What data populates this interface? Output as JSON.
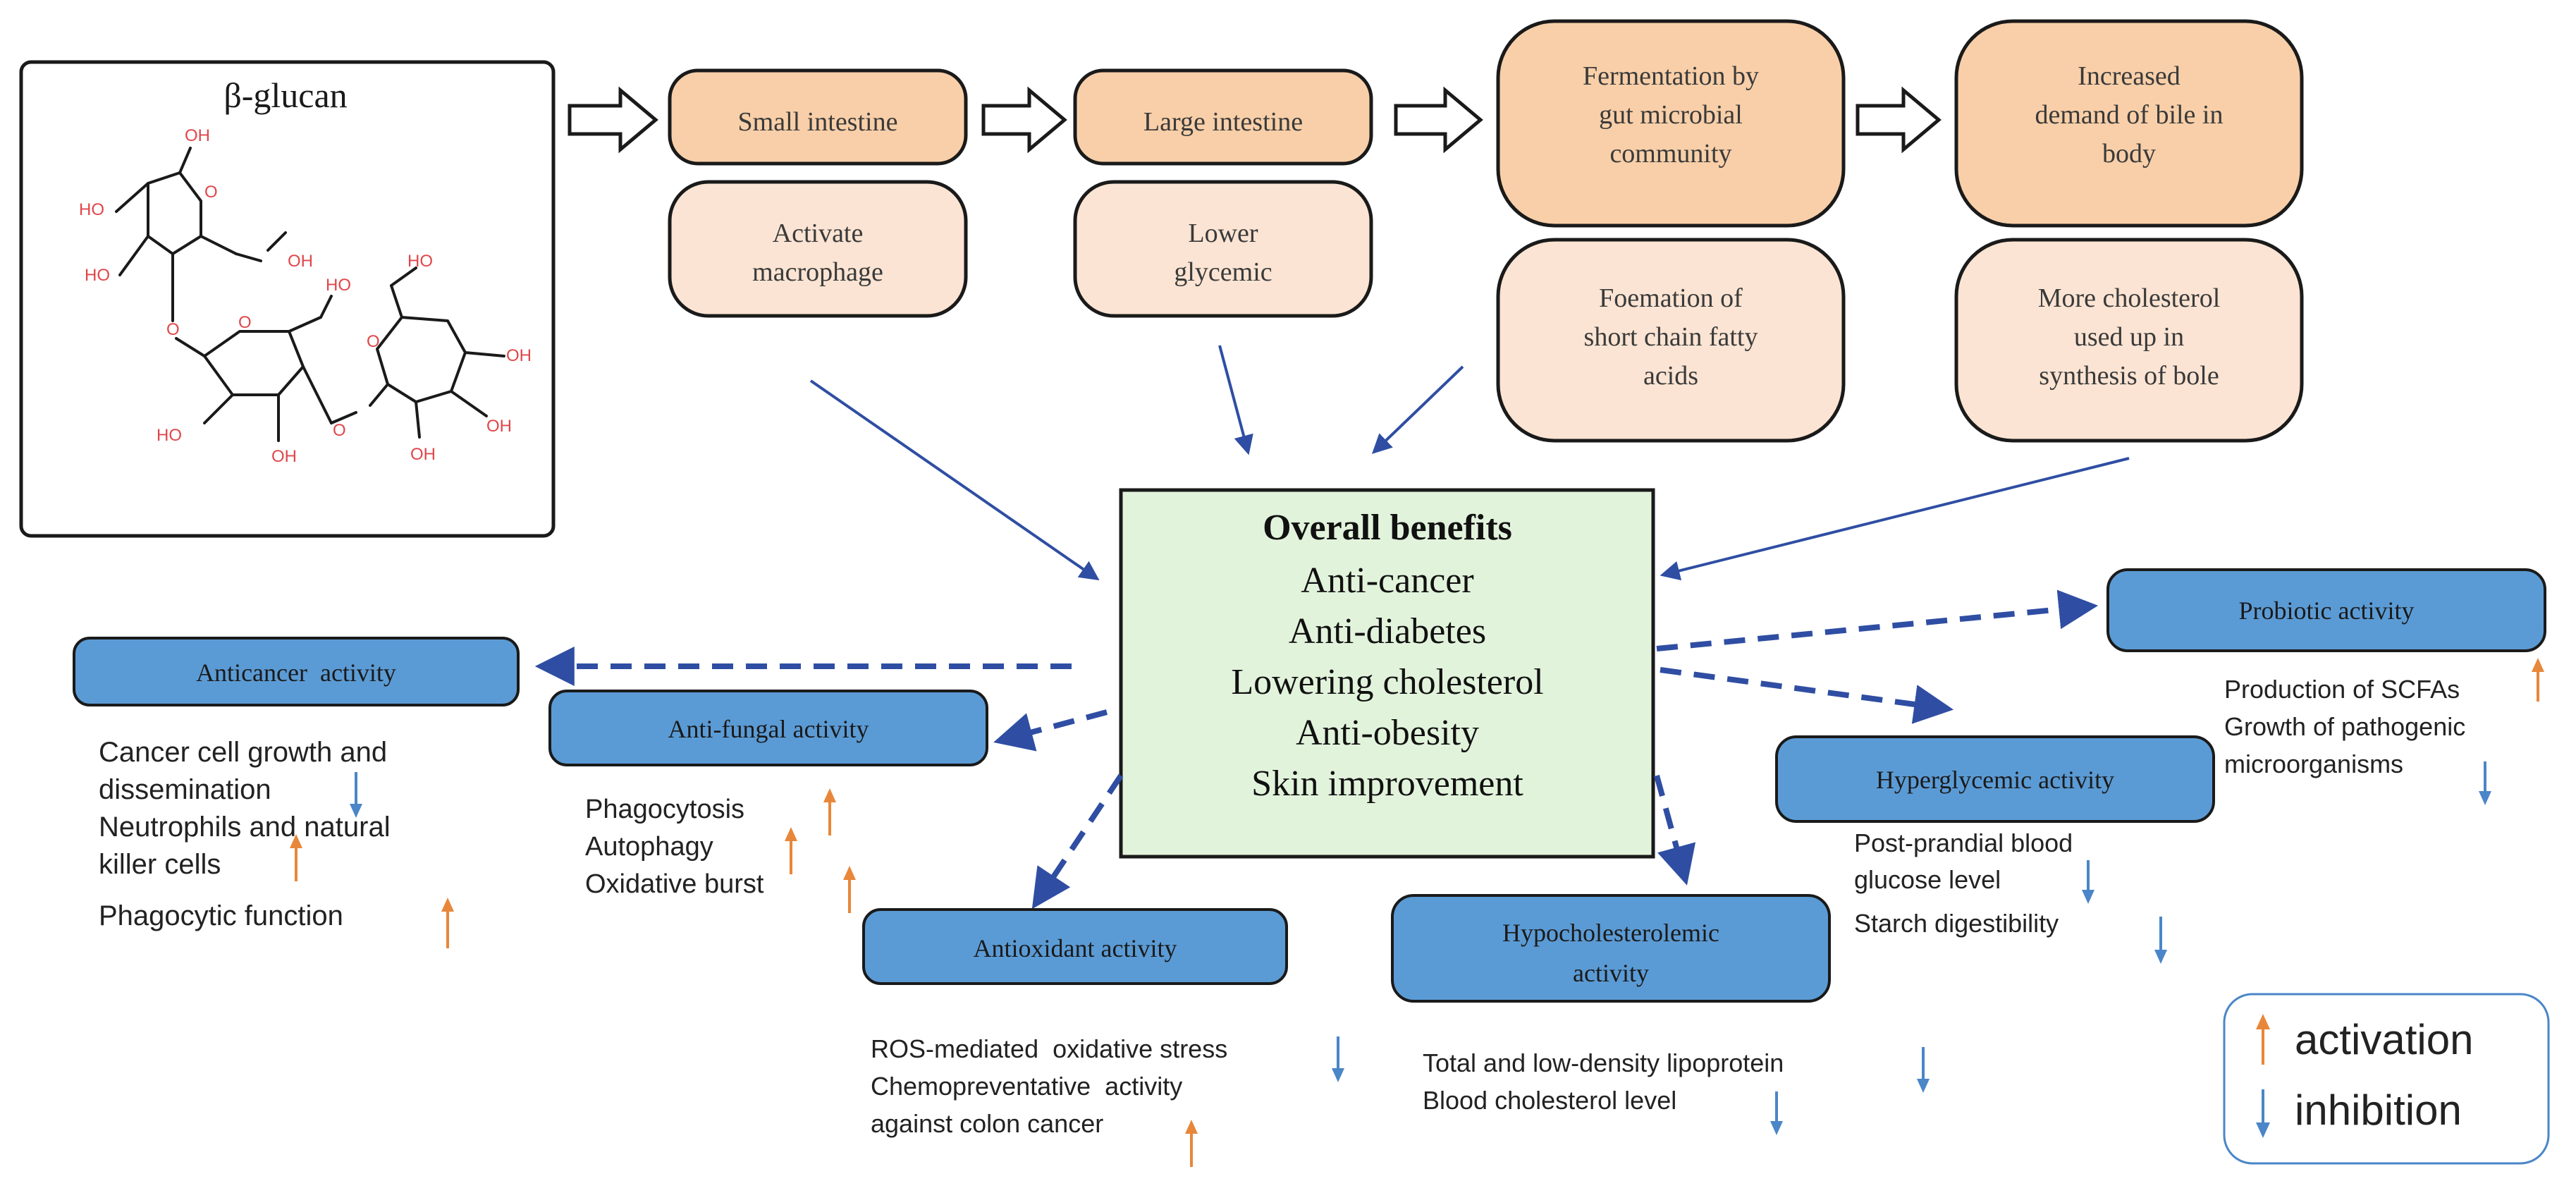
{
  "colors": {
    "stage_top_fill": "#f8cfa8",
    "stage_bottom_fill": "#fbe4d3",
    "benefits_fill": "#e2f3dc",
    "activity_fill": "#5b9bd5",
    "connector": "#2f4ea3",
    "activation": "#e8873a",
    "inhibition": "#4a86c8",
    "hetero_atom": "#e0464a"
  },
  "molecule": {
    "title": "β-glucan",
    "hydroxyl_label": "OH",
    "ring_oxygen_label": "O",
    "hydroxyl_short_label": "HO"
  },
  "stages": [
    {
      "top_lines": [
        "Small intestine"
      ],
      "bottom_lines": [
        "Activate",
        "macrophage"
      ]
    },
    {
      "top_lines": [
        "Large intestine"
      ],
      "bottom_lines": [
        "Lower",
        "glycemic"
      ]
    },
    {
      "top_lines": [
        "Fermentation by",
        "gut microbial",
        "community"
      ],
      "bottom_lines": [
        "Foemation of",
        "short chain fatty",
        "acids"
      ]
    },
    {
      "top_lines": [
        "Increased",
        "demand of bile in",
        "body"
      ],
      "bottom_lines": [
        "More cholesterol",
        "used up in",
        "synthesis of bole"
      ]
    }
  ],
  "benefits": {
    "heading": "Overall benefits",
    "items": [
      "Anti-cancer",
      "Anti-diabetes",
      "Lowering cholesterol",
      "Anti-obesity",
      "Skin improvement"
    ]
  },
  "activities": [
    {
      "key": "anticancer",
      "label_lines": [
        "Anticancer  activity"
      ],
      "effects": [
        {
          "lines": [
            "Cancer cell growth and",
            "dissemination"
          ],
          "direction": "inhibition"
        },
        {
          "lines": [
            "Neutrophils and natural",
            "killer cells"
          ],
          "direction": "activation"
        },
        {
          "lines": [
            "Phagocytic function"
          ],
          "direction": "activation"
        }
      ]
    },
    {
      "key": "antifungal",
      "label_lines": [
        "Anti-fungal activity"
      ],
      "effects": [
        {
          "lines": [
            "Phagocytosis"
          ],
          "direction": "activation"
        },
        {
          "lines": [
            "Autophagy"
          ],
          "direction": "activation"
        },
        {
          "lines": [
            "Oxidative burst"
          ],
          "direction": "activation"
        }
      ]
    },
    {
      "key": "antioxidant",
      "label_lines": [
        "Antioxidant activity"
      ],
      "effects": [
        {
          "lines": [
            "ROS-mediated  oxidative stress"
          ],
          "direction": "inhibition"
        },
        {
          "lines": [
            "Chemopreventative  activity",
            "against colon cancer"
          ],
          "direction": "activation"
        }
      ]
    },
    {
      "key": "hypocholesterolemic",
      "label_lines": [
        "Hypocholesterolemic",
        "activity"
      ],
      "effects": [
        {
          "lines": [
            "Total and low-density lipoprotein"
          ],
          "direction": "inhibition"
        },
        {
          "lines": [
            "Blood cholesterol level"
          ],
          "direction": "inhibition"
        }
      ]
    },
    {
      "key": "hyperglycemic",
      "label_lines": [
        "Hyperglycemic activity"
      ],
      "effects": [
        {
          "lines": [
            "Post-prandial blood",
            "glucose level"
          ],
          "direction": "inhibition"
        },
        {
          "lines": [
            "Starch digestibility"
          ],
          "direction": "inhibition"
        }
      ]
    },
    {
      "key": "probiotic",
      "label_lines": [
        "Probiotic activity"
      ],
      "effects": [
        {
          "lines": [
            "Production of SCFAs"
          ],
          "direction": "activation"
        },
        {
          "lines": [
            "Growth of pathogenic",
            "microorganisms"
          ],
          "direction": "inhibition"
        }
      ]
    }
  ],
  "legend": {
    "activation_label": "activation",
    "inhibition_label": "inhibition"
  }
}
